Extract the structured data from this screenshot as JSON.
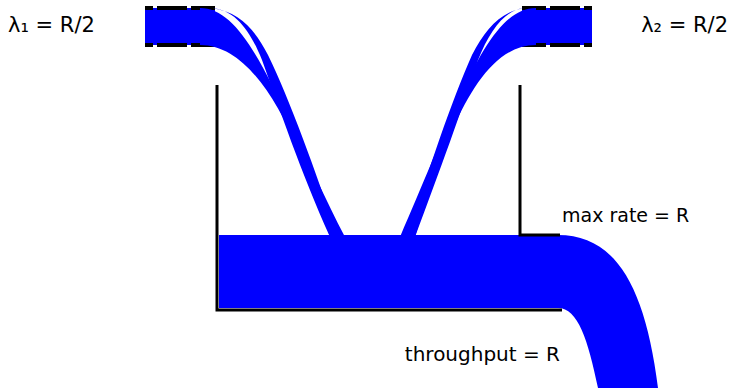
{
  "diagram": {
    "labels": [
      "λ₁ = R/2",
      "λ₂ = R/2",
      "max rate = R",
      "throughput = R"
    ]
  }
}
